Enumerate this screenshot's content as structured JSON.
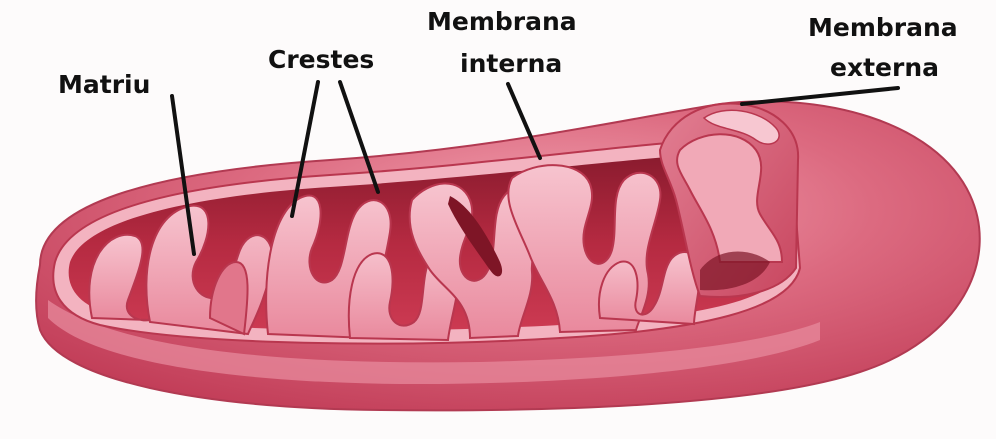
{
  "diagram": {
    "labels": {
      "matrix": "Matriu",
      "cristae": "Crestes",
      "inner_membrane_line1": "Membrana",
      "inner_membrane_line2": "interna",
      "outer_membrane_line1": "Membrana",
      "outer_membrane_line2": "externa"
    },
    "colors": {
      "outer_membrane": "#d24b63",
      "outer_membrane_light": "#ea8a9c",
      "inner_fill": "#b8283e",
      "inner_dark": "#7e1526",
      "cristae_fill": "#f3b1be",
      "cristae_edge": "#c94660",
      "leader_line": "#111111"
    }
  }
}
